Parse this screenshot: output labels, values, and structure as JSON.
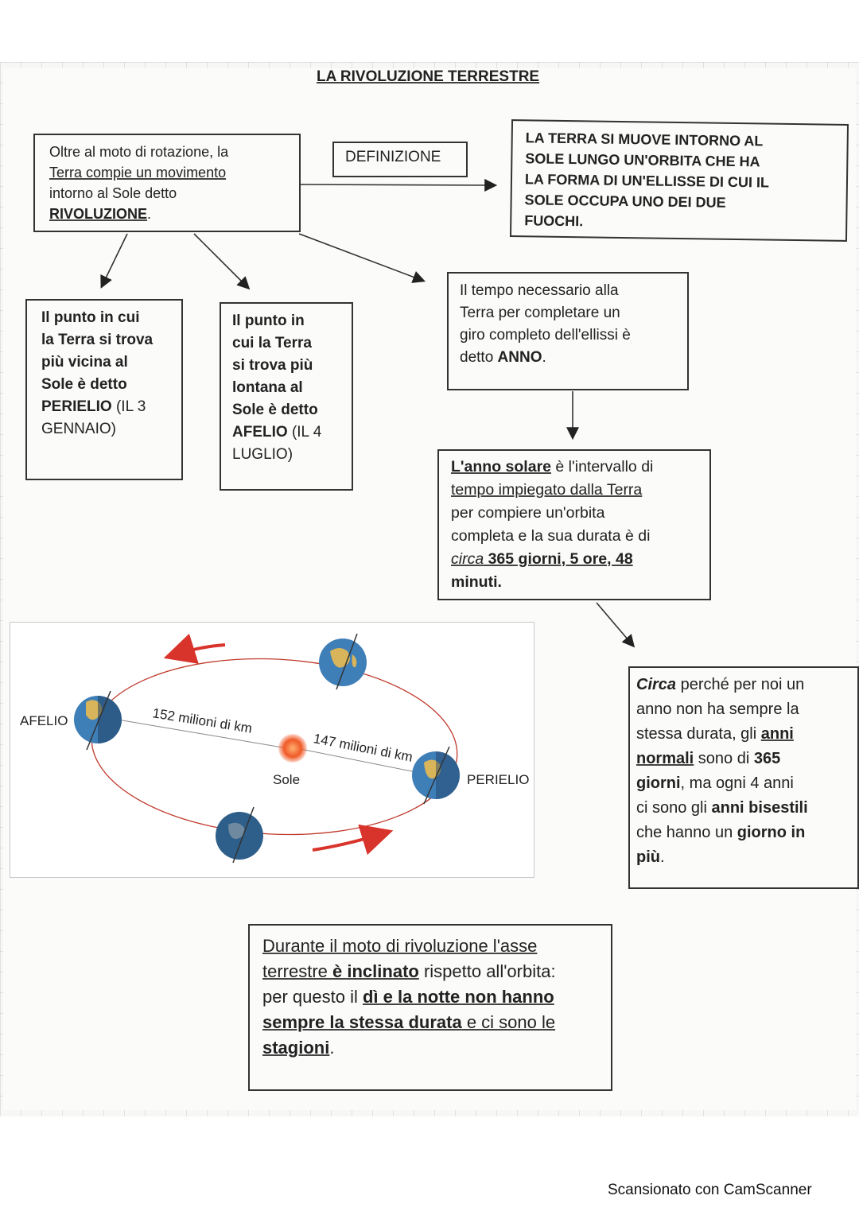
{
  "title": "LA RIVOLUZIONE TERRESTRE",
  "intro": {
    "line1": "Oltre al moto di rotazione, la",
    "line2": "Terra compie un movimento",
    "line3": "intorno al Sole detto",
    "line4": "RIVOLUZIONE",
    "line4_end": "."
  },
  "definizione_label": "DEFINIZIONE",
  "definition": {
    "line1": "LA TERRA SI MUOVE INTORNO AL",
    "line2": "SOLE LUNGO UN'ORBITA CHE HA",
    "line3": "LA FORMA DI UN'ELLISSE DI CUI IL",
    "line4": "SOLE OCCUPA UNO DEI DUE",
    "line5": "FUOCHI."
  },
  "perielio_box": {
    "line1": "Il punto in cui",
    "line2": "la Terra si trova",
    "line3": "più vicina al",
    "line4": "Sole è detto",
    "line5_bold": "PERIELIO",
    "line5_rest": " (IL 3",
    "line6": "GENNAIO)"
  },
  "afelio_box": {
    "line1": "Il punto in",
    "line2": "cui la Terra",
    "line3": "si trova più",
    "line4": "lontana al",
    "line5": "Sole è detto",
    "line6_bold": "AFELIO",
    "line6_rest": " (IL 4",
    "line7": "LUGLIO)"
  },
  "anno_box": {
    "line1": "Il tempo necessario alla",
    "line2": "Terra per completare un",
    "line3": "giro completo dell'ellissi è",
    "line4_start": "detto ",
    "line4_bold": "ANNO",
    "line4_end": "."
  },
  "solare_box": {
    "line1_bold": "L'anno solare",
    "line1_rest": " è l'intervallo di",
    "line2": "tempo impiegato dalla Terra",
    "line3": "per compiere un'orbita",
    "line4": "completa e la sua durata è di",
    "line5_italic": "circa",
    "line5_bold": " 365 giorni, 5 ore, 48",
    "line6": "minuti."
  },
  "circa_box": {
    "line1_bold_italic": "Circa",
    "line1_rest": " perché per noi un",
    "line2": "anno non ha sempre la",
    "line3_start": "stessa durata, gli ",
    "line3_bold": "anni",
    "line4_bold": "normali",
    "line4_mid": " sono di ",
    "line4_bold2": "365",
    "line5_bold": "giorni",
    "line5_rest": ", ma ogni 4 anni",
    "line6_start": "ci sono gli ",
    "line6_bold": "anni bisestili",
    "line7_start": "che hanno un ",
    "line7_bold": "giorno in",
    "line8_bold": "più",
    "line8_end": "."
  },
  "asse_box": {
    "line1": "Durante il moto di rivoluzione l'asse",
    "line2_start": "terrestre ",
    "line2_bold": "è inclinato",
    "line2_rest": " rispetto all'orbita:",
    "line3_start": "per questo il ",
    "line3_bold": "dì e la notte non hanno",
    "line4_bold": "sempre la stessa durata",
    "line4_rest": " e ci sono le",
    "line5_bold": "stagioni",
    "line5_end": "."
  },
  "diagram": {
    "afelio_label": "AFELIO",
    "perielio_label": "PERIELIO",
    "sole_label": "Sole",
    "dist_far": "152 milioni di km",
    "dist_near": "147 milioni di km"
  },
  "footer": "Scansionato con CamScanner",
  "colors": {
    "orbit": "#c0392b",
    "sun": "#f05a28",
    "ocean": "#3f7fb8",
    "land": "#d8b45a"
  }
}
